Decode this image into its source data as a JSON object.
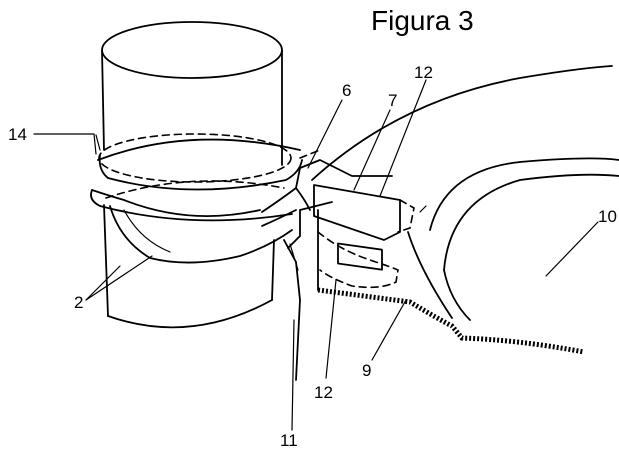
{
  "figure": {
    "title": "Figura 3",
    "labels": {
      "l14": "14",
      "l6": "6",
      "l7": "7",
      "l12a": "12",
      "l10": "10",
      "l2": "2",
      "l12b": "12",
      "l9": "9",
      "l11": "11"
    }
  }
}
